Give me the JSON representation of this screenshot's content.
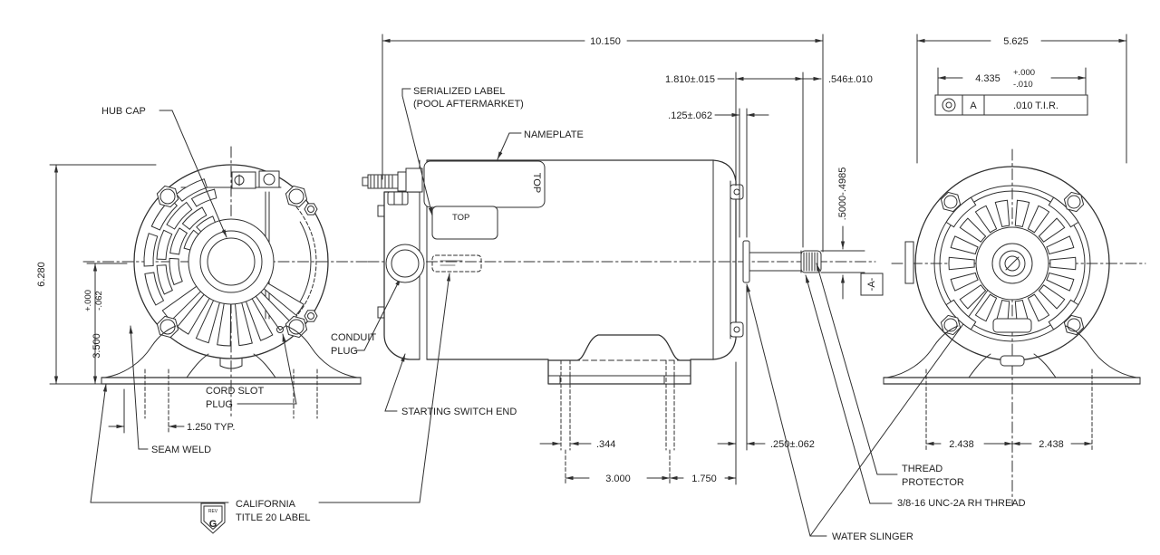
{
  "drawing": {
    "labels": {
      "hub_cap": "HUB CAP",
      "serialized_label_line1": "SERIALIZED LABEL",
      "serialized_label_line2": "(POOL AFTERMARKET)",
      "nameplate": "NAMEPLATE",
      "nameplate_top": "TOP",
      "serialized_top": "TOP",
      "conduit_line1": "CONDUIT",
      "conduit_line2": "PLUG",
      "cord_slot_line1": "CORD SLOT",
      "cord_slot_line2": "PLUG",
      "starting_switch_end": "STARTING SWITCH END",
      "seam_weld": "SEAM WELD",
      "california_line1": "CALIFORNIA",
      "california_line2": "TITLE 20 LABEL",
      "rev_small": "REV",
      "rev_letter": "G",
      "water_slinger": "WATER SLINGER",
      "thread_protector_line1": "THREAD",
      "thread_protector_line2": "PROTECTOR",
      "thread_spec": "3/8-16 UNC-2A RH THREAD",
      "datum_a": "-A-",
      "fcf_datum": "A",
      "fcf_tolerance": ".010 T.I.R."
    },
    "dimensions": {
      "overall_length": "10.150",
      "shaft_extension": "1.810±.015",
      "slinger_clearance": ".125±.062",
      "thread_length": ".546±.010",
      "end_view_width": "5.625",
      "rabbet_diameter": "4.335",
      "rabbet_tol_plus": "+.000",
      "rabbet_tol_minus": "-.010",
      "overall_height": "6.280",
      "shaft_center_height": "3.500",
      "shaft_height_tol_plus": "+.000",
      "shaft_height_tol_minus": "-.062",
      "foot_hole_pitch": "1.250 TYP.",
      "foot_slot_width": ".344",
      "foot_slot_spacing": "3.000",
      "slot_to_face": "1.750",
      "slinger_offset": ".250±.062",
      "shaft_diameter": ".5000-.4985",
      "foot_half_left": "2.438",
      "foot_half_right": "2.438"
    },
    "colors": {
      "line": "#2f2f2f",
      "text": "#222222"
    }
  }
}
